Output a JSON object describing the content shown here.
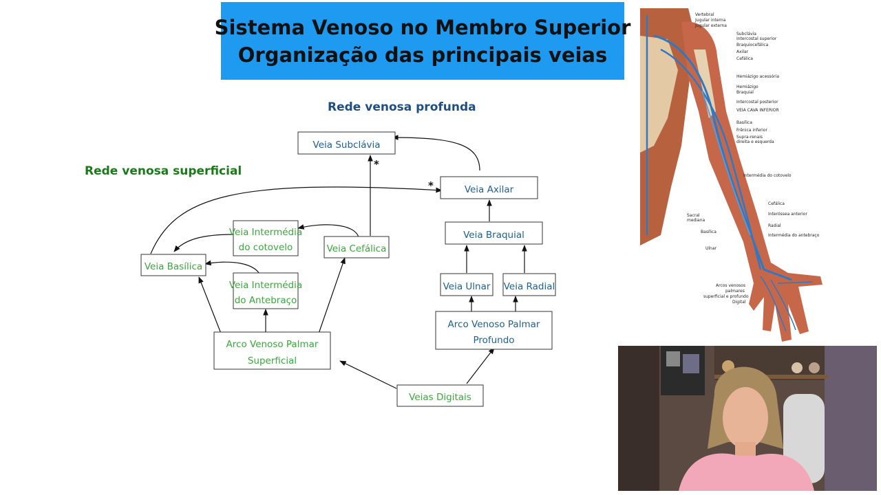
{
  "title": {
    "line1": "Sistema Venoso no Membro Superior",
    "line2": "Organização das principais veias"
  },
  "labels": {
    "deep_network": "Rede venosa profunda",
    "superficial_network": "Rede venosa superficial"
  },
  "colors": {
    "banner": "#1e9af0",
    "deep": "#1f5f93",
    "superficial": "#3aa83a",
    "superficial_heading": "#1a7a1a"
  },
  "nodes": {
    "subclavia": "Veia Subclávia",
    "axilar": "Veia Axilar",
    "braquial": "Veia Braquial",
    "ulnar": "Veia Ulnar",
    "radial": "Veia Radial",
    "arco_profundo_1": "Arco Venoso Palmar",
    "arco_profundo_2": "Profundo",
    "digitais": "Veias Digitais",
    "basilica": "Veia Basílica",
    "interm_cotovelo_1": "Veia Intermédia",
    "interm_cotovelo_2": "do cotovelo",
    "cefalica": "Veia Cefálica",
    "interm_antebraco_1": "Veia Intermédia",
    "interm_antebraco_2": "do Antebraço",
    "arco_superficial_1": "Arco Venoso Palmar",
    "arco_superficial_2": "Superficial"
  },
  "markers": {
    "star": "*"
  },
  "anatomy": {
    "labels": [
      "Vertebral",
      "Jugular interna",
      "Jugular externa",
      "Subclávia",
      "Intercostal superior",
      "Braquiocefálica",
      "Axilar",
      "Cefálica",
      "Hemiázigo acessória",
      "Hemiázigo",
      "Braquial",
      "Intercostal posterior",
      "VEIA CAVA INFERIOR",
      "Basílica",
      "Frênica inferior",
      "Supra-renais",
      "direita e esquerda",
      "Intermédia do cotovelo",
      "Cefálica",
      "Interóssea anterior",
      "Radial",
      "Intermédia do antebraço",
      "Sacral",
      "mediana",
      "Basílica",
      "Ulnar",
      "Arcos venosos",
      "palmares",
      "superficial e profundo",
      "Digital"
    ]
  }
}
